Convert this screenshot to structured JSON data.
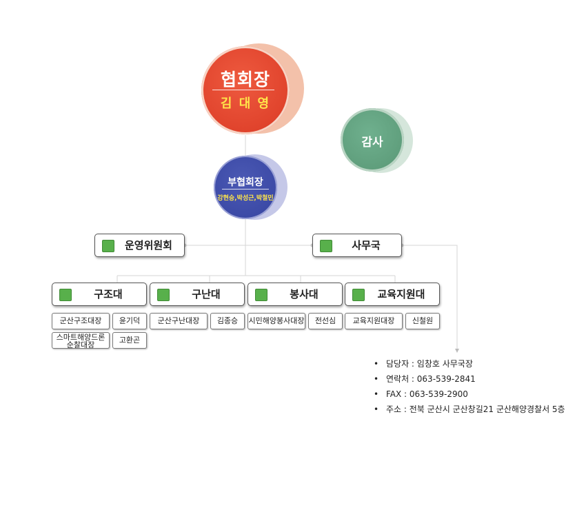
{
  "president": {
    "title": "협회장",
    "name": "김 대 영"
  },
  "auditor": {
    "title": "감사"
  },
  "vice_president": {
    "title": "부협회장",
    "names": "강현승,박성근,박철민"
  },
  "committee": {
    "label": "운영위원회"
  },
  "secretariat": {
    "label": "사무국"
  },
  "units": [
    {
      "label": "구조대",
      "members": [
        {
          "role": "군산구조대장",
          "name": "윤기덕"
        },
        {
          "role": "스마트해양드론\n순찰대장",
          "name": "고환곤"
        }
      ]
    },
    {
      "label": "구난대",
      "members": [
        {
          "role": "군산구난대장",
          "name": "김종승"
        }
      ]
    },
    {
      "label": "봉사대",
      "members": [
        {
          "role": "시민해양봉사대장",
          "name": "전선심"
        }
      ]
    },
    {
      "label": "교육지원대",
      "members": [
        {
          "role": "교육지원대장",
          "name": "신철원"
        }
      ]
    }
  ],
  "contact": [
    "담당자 : 임창호 사무국장",
    "연락처 : 063-539-2841",
    "FAX : 063-539-2900",
    "주소 : 전북 군산시 군산창길21 군산해양경찰서 5층"
  ],
  "bullet": "•",
  "colors": {
    "president": "#e0432c",
    "president_halo": "#f3c1aa",
    "name_text": "#ffe64a",
    "auditor": "#5f9e7c",
    "auditor_halo": "#d5e6db",
    "vice": "#3c4aa6",
    "vice_halo": "#c5c8e8",
    "unit_square": "#58b04b"
  }
}
